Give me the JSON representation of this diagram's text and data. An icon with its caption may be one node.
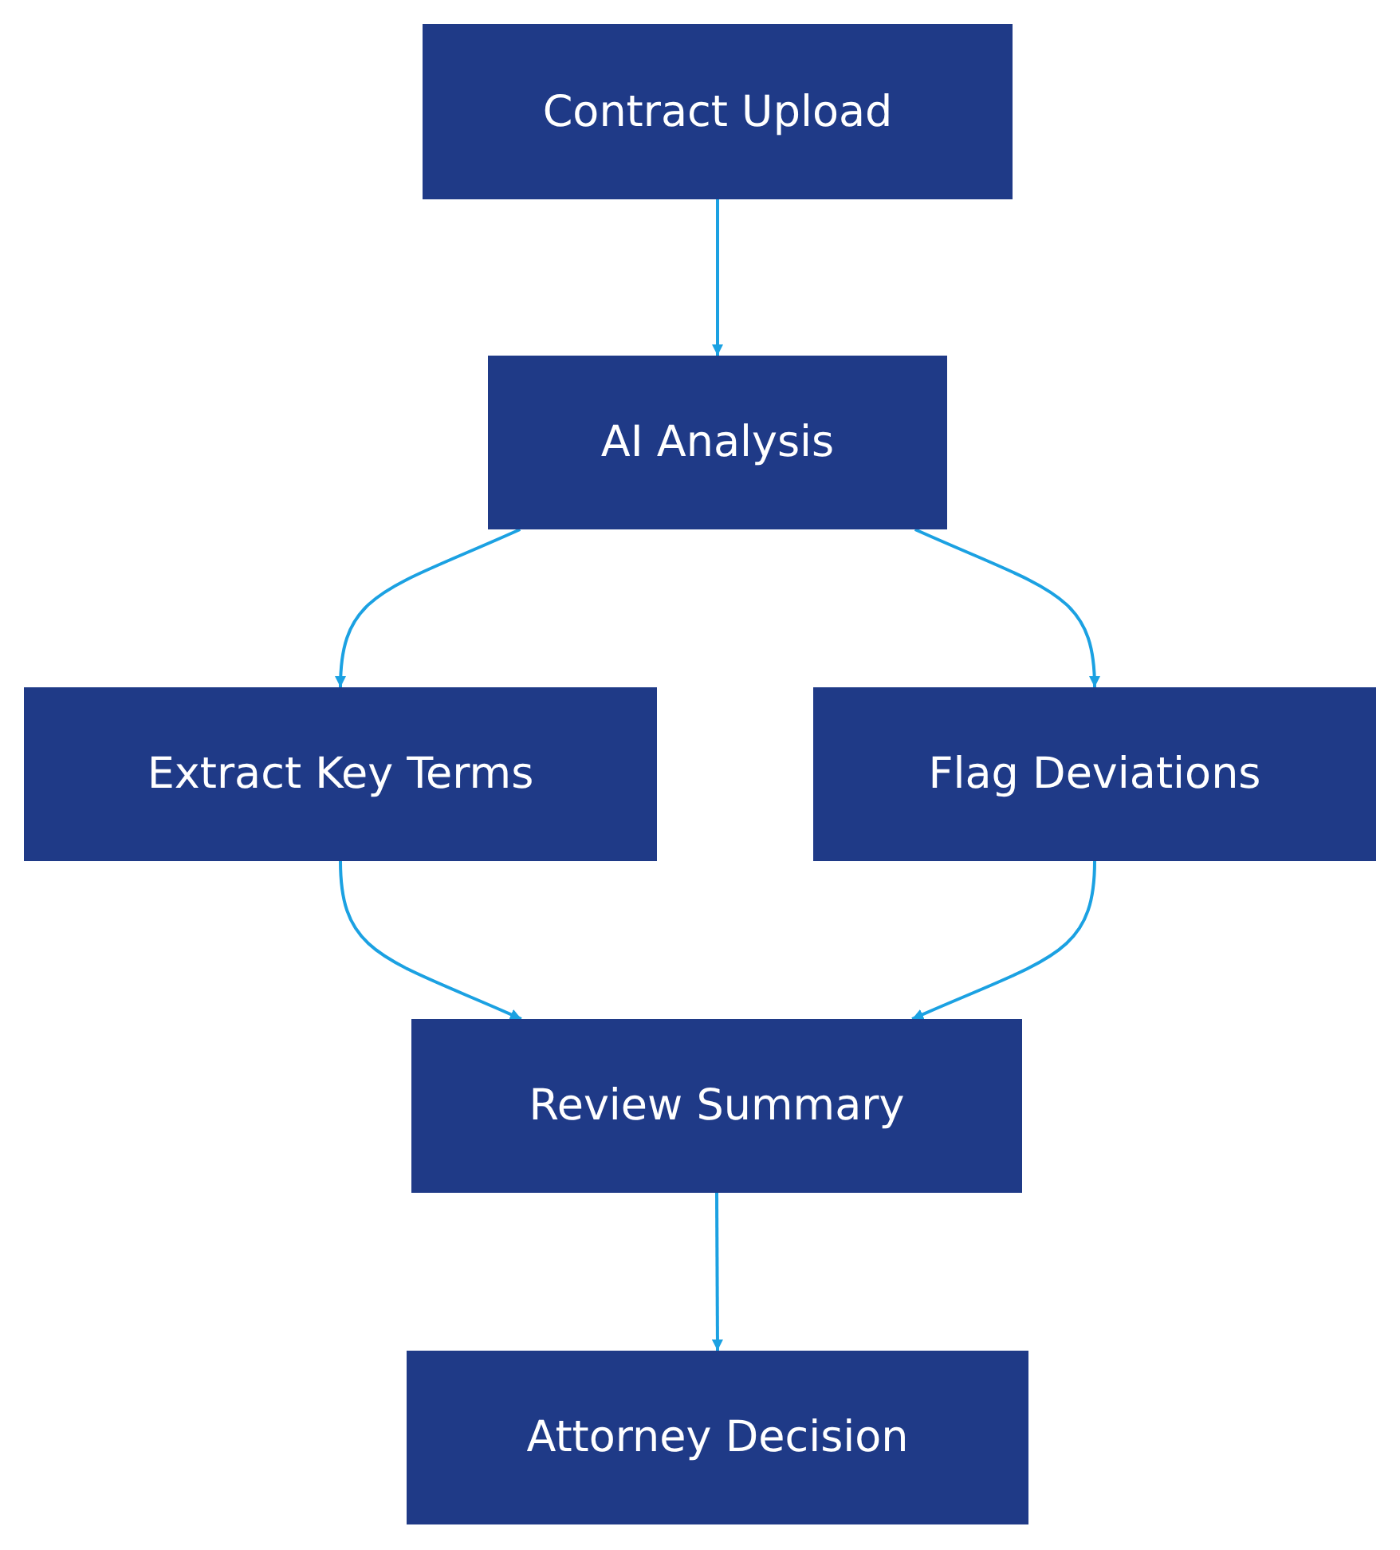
{
  "diagram": {
    "nodes": [
      {
        "text": [
          "Contract Upload"
        ]
      },
      {
        "text": [
          "AI Analysis"
        ]
      },
      {
        "text": [
          "Extract Key Terms"
        ]
      },
      {
        "text": [
          "Flag Deviations"
        ]
      },
      {
        "text": [
          "Review Summary"
        ]
      },
      {
        "text": [
          "Attorney Decision"
        ]
      }
    ],
    "edges": [
      {
        "from": 0,
        "to": 1,
        "arrow": "to"
      },
      {
        "from": 1,
        "to": 2,
        "arrow": "to"
      },
      {
        "from": 1,
        "to": 3,
        "arrow": "to"
      },
      {
        "from": 2,
        "to": 4,
        "arrow": "to"
      },
      {
        "from": 3,
        "to": 4,
        "arrow": "to"
      },
      {
        "from": 4,
        "to": 5,
        "arrow": "to"
      }
    ]
  }
}
